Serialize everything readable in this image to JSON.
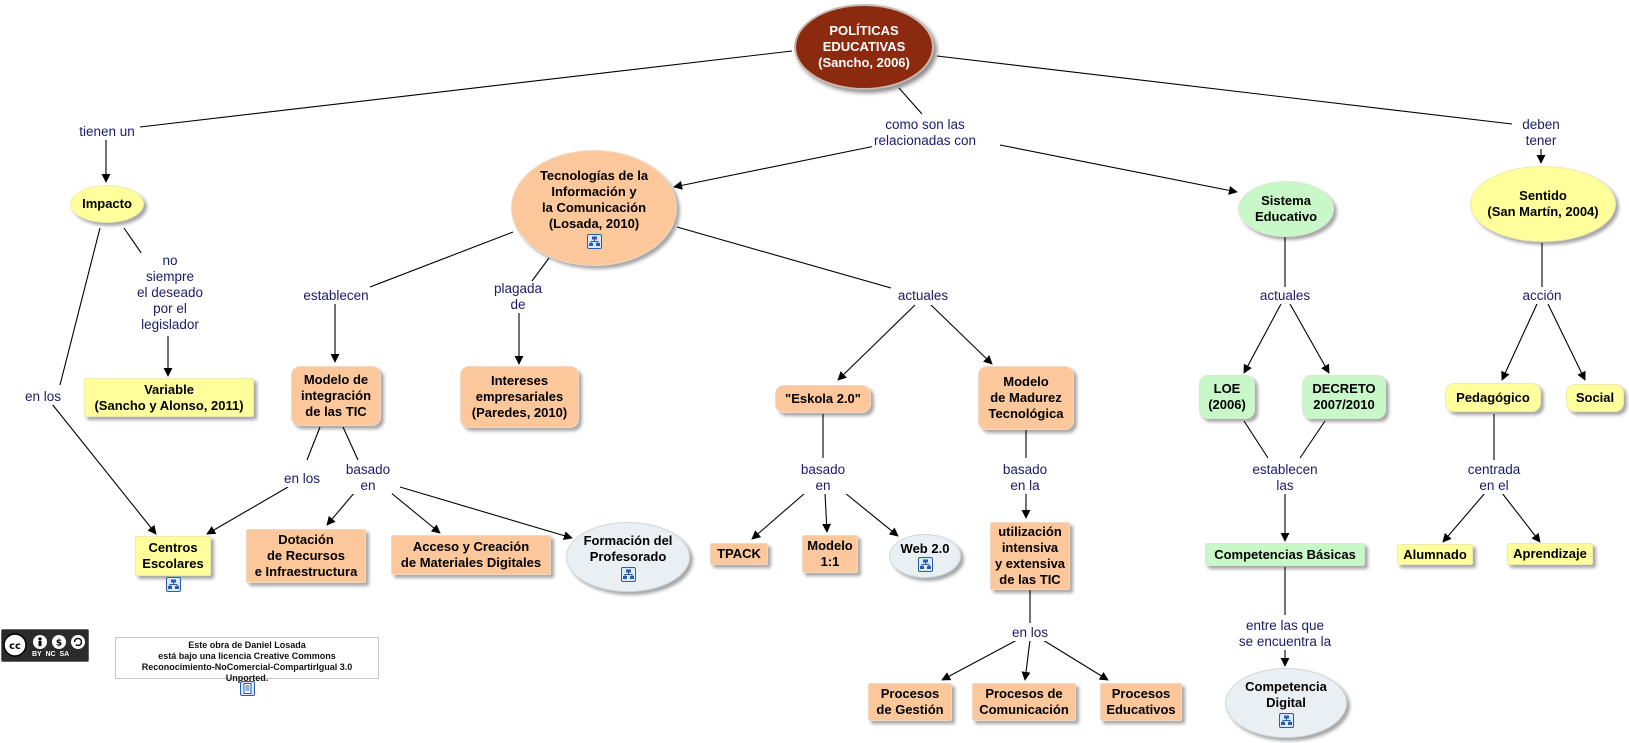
{
  "colors": {
    "root": "#8c2a10",
    "orange": "#fcc79a",
    "yellow": "#ffff9c",
    "green": "#c8f8c8",
    "grey": "#e9eff2",
    "link_text": "#1b1b6b"
  },
  "nodes": {
    "politicas": "POLÍTICAS\nEDUCATIVAS\n(Sancho, 2006)",
    "impacto": "Impacto",
    "variable": "Variable\n(Sancho y Alonso, 2011)",
    "centros": "Centros\nEscolares",
    "tic": "Tecnologías de la\nInformación y\nla Comunicación\n(Losada, 2010)",
    "modelo_integracion": "Modelo de\nintegración\nde las TIC",
    "intereses": "Intereses\nempresariales\n(Paredes, 2010)",
    "dotacion": "Dotación\nde Recursos\ne Infraestructura",
    "acceso": "Acceso y Creación\nde Materiales Digitales",
    "formacion": "Formación del\nProfesorado",
    "eskola": "\"Eskola 2.0\"",
    "madurez": "Modelo\nde Madurez\nTecnológica",
    "tpack": "TPACK",
    "modelo11": "Modelo\n1:1",
    "web20": "Web 2.0",
    "utilizacion": "utilización\nintensiva\ny extensiva\nde las TIC",
    "gestion": "Procesos\nde Gestión",
    "comunicacion": "Procesos de\nComunicación",
    "educativos": "Procesos\nEducativos",
    "sistema": "Sistema\nEducativo",
    "loe": "LOE\n(2006)",
    "decreto": "DECRETO\n2007/2010",
    "competencias": "Competencias Básicas",
    "competencia_digital": "Competencia\nDigital",
    "sentido": "Sentido\n(San Martín, 2004)",
    "pedagogico": "Pedagógico",
    "social": "Social",
    "alumnado": "Alumnado",
    "aprendizaje": "Aprendizaje"
  },
  "links": {
    "tienen_un": "tienen un",
    "no_siempre": "no\nsiempre\nel deseado\npor el\nlegislador",
    "en_los_left": "en los",
    "como_son": "como son las\nrelacionadas con",
    "deben_tener": "deben\ntener",
    "establecen_tic": "establecen",
    "plagada_de": "plagada\nde",
    "actuales_tic": "actuales",
    "en_los_modelo": "en los",
    "basado_en_modelo": "basado\nen",
    "basado_en_eskola": "basado\nen",
    "basado_en_la": "basado\nen la",
    "en_los_utilizacion": "en los",
    "actuales_sistema": "actuales",
    "establecen_las": "establecen\nlas",
    "entre_las_que": "entre las que\nse encuentra la",
    "accion": "acción",
    "centrada_en_el": "centrada\nen el"
  },
  "license": {
    "badge_label": "BY  NC  SA",
    "text": "Este obra de Daniel Losada\nestá bajo una licencia Creative Commons\nReconocimiento-NoComercial-CompartirIgual 3.0 Unported."
  }
}
